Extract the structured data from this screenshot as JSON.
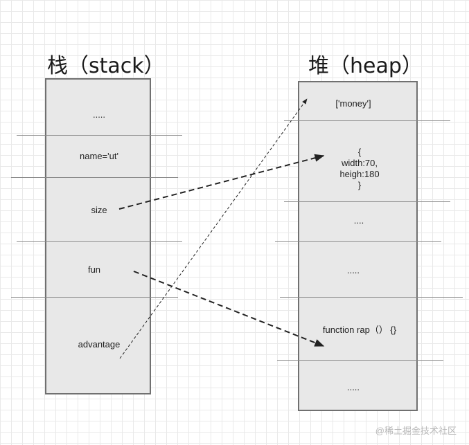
{
  "stack": {
    "title": "栈（stack）",
    "cells": [
      ".....",
      "name='ut'",
      "size",
      "fun",
      "advantage"
    ]
  },
  "heap": {
    "title": "堆（heap）",
    "cells": {
      "money": "['money']",
      "object_open": "{",
      "object_width": "width:70,",
      "object_heigh": "heigh:180",
      "object_close": "}",
      "dots1": "....",
      "dots2": ".....",
      "function": "function rap（）  {}",
      "dots3": "....."
    }
  },
  "arrows": [
    {
      "from": "size",
      "to": "object",
      "style": "dashed-bold"
    },
    {
      "from": "fun",
      "to": "function",
      "style": "dashed-bold"
    },
    {
      "from": "advantage",
      "to": "money",
      "style": "dashed-thin"
    }
  ],
  "watermark": "@稀土掘金技术社区",
  "colors": {
    "box_fill": "#e8e8e8",
    "box_border": "#707070",
    "arrow": "#222222"
  }
}
